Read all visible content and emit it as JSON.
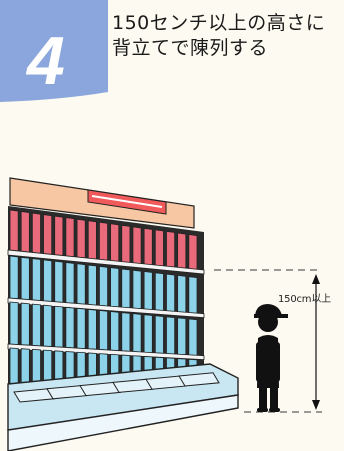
{
  "step": {
    "number": "4"
  },
  "title": {
    "line1": "150センチ以上の高さに",
    "line2": "背立てで陳列する"
  },
  "measurement": {
    "label": "150cm以上",
    "value_cm": 150
  },
  "colors": {
    "badge": "#8ba6dc",
    "shelf_red": "#e96a7a",
    "shelf_blue": "#8cd3ea",
    "header": "#f7c7a4",
    "lamp": "#f15a5a",
    "base": "#c9e7f2",
    "figure": "#111111"
  }
}
